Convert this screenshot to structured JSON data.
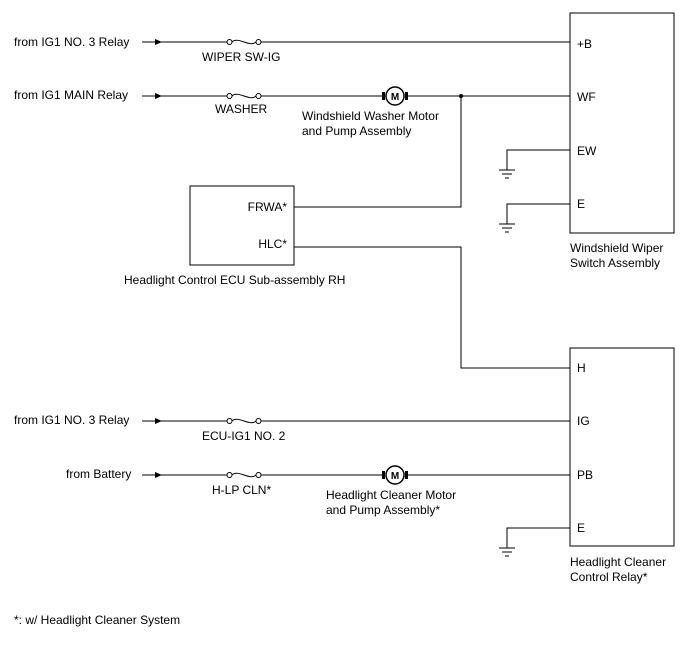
{
  "sources": {
    "wiper_ig": "from IG1 NO. 3 Relay",
    "washer_main": "from IG1 MAIN Relay",
    "ecu_ig": "from IG1 NO. 3 Relay",
    "battery": "from Battery"
  },
  "fuses": {
    "wiper_sw_ig": "WIPER SW-IG",
    "washer": "WASHER",
    "ecu_ig1_no2": "ECU-IG1 NO. 2",
    "h_lp_cln": "H-LP CLN*"
  },
  "motors": {
    "symbol": "M",
    "washer_motor": [
      "Windshield Washer Motor",
      "and Pump Assembly"
    ],
    "cleaner_motor": [
      "Headlight Cleaner Motor",
      "and Pump Assembly*"
    ]
  },
  "wiper_switch": {
    "pins": [
      "+B",
      "WF",
      "EW",
      "E"
    ],
    "name": [
      "Windshield Wiper",
      "Switch Assembly"
    ]
  },
  "headlight_ecu": {
    "pins": [
      "FRWA*",
      "HLC*"
    ],
    "name": "Headlight Control ECU Sub-assembly RH"
  },
  "cleaner_relay": {
    "pins": [
      "H",
      "IG",
      "PB",
      "E"
    ],
    "name": [
      "Headlight Cleaner",
      "Control Relay*"
    ]
  },
  "footnote": "*: w/ Headlight Cleaner System"
}
